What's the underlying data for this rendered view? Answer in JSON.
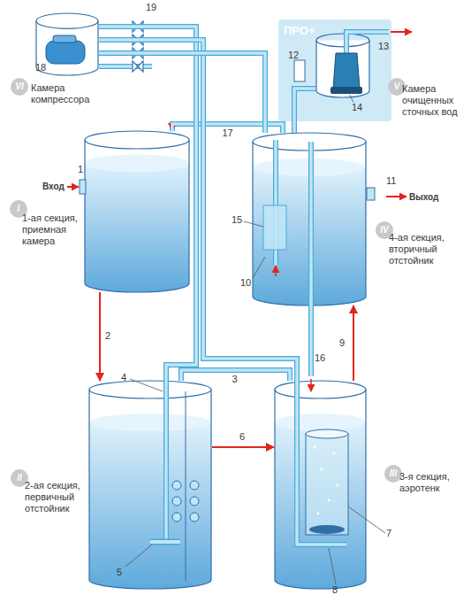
{
  "diagram": {
    "nodes": [
      {
        "text": [
          "VI",
          "Камера компрессора"
        ]
      },
      {
        "text": [
          "ПРО+"
        ]
      },
      {
        "text": [
          "V",
          "Камера очищенных сточных вод"
        ],
        "in": 1
      },
      {
        "text": [
          "I",
          "1-ая секция, приемная камера"
        ]
      },
      {
        "text": [
          "IV",
          "4-ая секция, вторичный отстойник"
        ]
      },
      {
        "text": [
          "II",
          "2-ая секция, первичный отстойник"
        ]
      },
      {
        "text": [
          "III",
          "3-я секция, аэротенк"
        ]
      }
    ],
    "edges": [
      {
        "from": 3,
        "to": 5,
        "arrow": "to",
        "label": "2"
      },
      {
        "from": 5,
        "to": 6,
        "arrow": "to",
        "label": "6"
      },
      {
        "from": 6,
        "to": 4,
        "arrow": "to",
        "label": "9"
      },
      {
        "from": 4,
        "to": 3,
        "arrow": "to",
        "label": "17"
      },
      {
        "from": 5,
        "to": 6,
        "arrow": "none",
        "label": "3"
      },
      {
        "from": 0,
        "to": 5,
        "arrow": "none"
      },
      {
        "from": 0,
        "to": 6,
        "arrow": "none"
      },
      {
        "from": 0,
        "to": 4,
        "arrow": "none"
      },
      {
        "from": 4,
        "to": 2,
        "arrow": "none"
      }
    ],
    "labels": [
      "19",
      "18",
      "12",
      "13",
      "14",
      "1",
      "Вход",
      "15",
      "10",
      "11",
      "Выход",
      "4",
      "16",
      "5",
      "7",
      "8"
    ]
  }
}
